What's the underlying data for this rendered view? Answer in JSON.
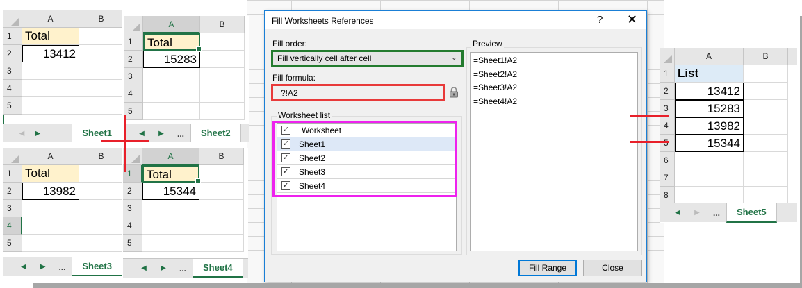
{
  "sheets": [
    {
      "id": "sheet1",
      "columns": [
        "A",
        "B"
      ],
      "rows": [
        "1",
        "2",
        "3",
        "4",
        "5"
      ],
      "header_cell": "Total",
      "value_cell": "13412",
      "tab_label": "Sheet1"
    },
    {
      "id": "sheet2",
      "columns": [
        "A",
        "B"
      ],
      "rows": [
        "1",
        "2",
        "3",
        "4",
        "5"
      ],
      "header_cell": "Total",
      "value_cell": "15283",
      "tab_label": "Sheet2",
      "tab_dots": "..."
    },
    {
      "id": "sheet3",
      "columns": [
        "A",
        "B"
      ],
      "rows": [
        "1",
        "2",
        "3",
        "4",
        "5"
      ],
      "header_cell": "Total",
      "value_cell": "13982",
      "tab_label": "Sheet3",
      "tab_dots": "..."
    },
    {
      "id": "sheet4",
      "columns": [
        "A",
        "B"
      ],
      "rows": [
        "1",
        "2",
        "3",
        "4",
        "5"
      ],
      "header_cell": "Total",
      "value_cell": "15344",
      "tab_label": "Sheet4",
      "tab_dots": "..."
    }
  ],
  "result_sheet": {
    "columns": [
      "A",
      "B"
    ],
    "rows": [
      "1",
      "2",
      "3",
      "4",
      "5",
      "6",
      "7",
      "8"
    ],
    "header_cell": "List",
    "values": [
      "13412",
      "15283",
      "13982",
      "15344"
    ],
    "tab_label": "Sheet5",
    "tab_dots": "..."
  },
  "dialog": {
    "title": "Fill Worksheets References",
    "help_icon": "?",
    "close_icon": "✕",
    "fill_order_label": "Fill order:",
    "fill_order_value": "Fill vertically cell after cell",
    "fill_formula_label": "Fill formula:",
    "fill_formula_value": "=?!A2",
    "worksheet_list_label": "Worksheet list",
    "list_header": "Worksheet",
    "worksheets": [
      {
        "name": "Sheet1",
        "checked": true,
        "selected": true
      },
      {
        "name": "Sheet2",
        "checked": true,
        "selected": false
      },
      {
        "name": "Sheet3",
        "checked": true,
        "selected": false
      },
      {
        "name": "Sheet4",
        "checked": true,
        "selected": false
      }
    ],
    "preview_label": "Preview",
    "preview_lines": [
      "=Sheet1!A2",
      "=Sheet2!A2",
      "=Sheet3!A2",
      "=Sheet4!A2"
    ],
    "fill_range_button": "Fill Range",
    "close_button": "Close"
  },
  "colors": {
    "excel_green": "#217346",
    "header_fill": "#fff2cc",
    "list_header_fill": "#ddebf7",
    "highlight_red": "#e8202a",
    "highlight_green": "#237b2e",
    "highlight_magenta": "#ee22ee",
    "dialog_border": "#1a7fd6"
  },
  "icons": {
    "checkbox_mark": "✓",
    "chevron_down": "⌄",
    "nav_left": "◀",
    "nav_right": "▶"
  }
}
